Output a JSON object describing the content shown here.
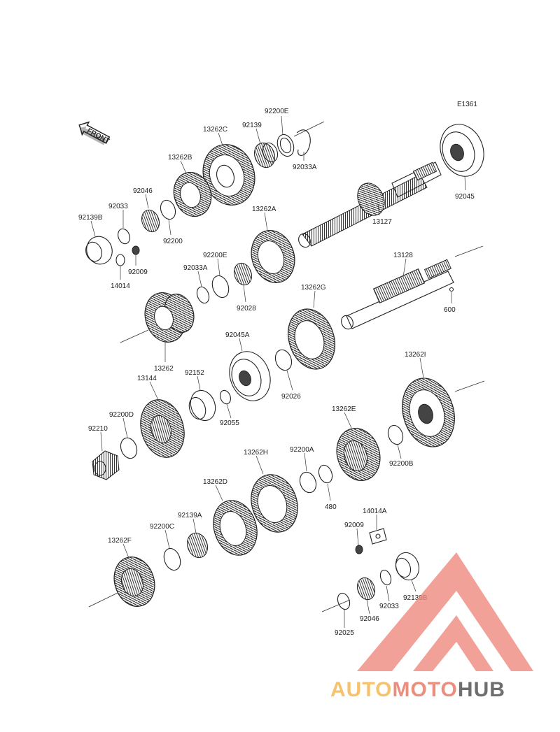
{
  "diagram_code": "E1361",
  "front_label": "FRONT",
  "watermark": {
    "part1": "AUTO",
    "part2": "MOTO",
    "part3": "HUB",
    "color1": "#f3b54a",
    "color2": "#e8735f",
    "color3": "#4b4b4b",
    "triangle_color": "#f08a80"
  },
  "parts": {
    "p92200E_top": "92200E",
    "p92139_top": "92139",
    "p13262C": "13262C",
    "p92033A_top": "92033A",
    "p92045": "92045",
    "p13262B": "13262B",
    "p92046_top": "92046",
    "p92033_top": "92033",
    "p92139B_top": "92139B",
    "p92200": "92200",
    "p92009_top": "92009",
    "p14014": "14014",
    "p13262A": "13262A",
    "p13127": "13127",
    "p92200E_mid": "92200E",
    "p92033A_mid": "92033A",
    "p92028": "92028",
    "p13128": "13128",
    "p600": "600",
    "p13262G": "13262G",
    "p13262": "13262",
    "p92045A": "92045A",
    "p92152": "92152",
    "p13144": "13144",
    "p92200D": "92200D",
    "p92210": "92210",
    "p92055": "92055",
    "p92026": "92026",
    "p13262I": "13262I",
    "p13262E": "13262E",
    "p92200A": "92200A",
    "p92200B": "92200B",
    "p480": "480",
    "p13262H": "13262H",
    "p13262D": "13262D",
    "p92139A": "92139A",
    "p92200C": "92200C",
    "p13262F": "13262F",
    "p14014A": "14014A",
    "p92009_bot": "92009",
    "p92033_bot": "92033",
    "p92139B_bot": "92139B",
    "p92046_bot": "92046",
    "p92025": "92025"
  }
}
